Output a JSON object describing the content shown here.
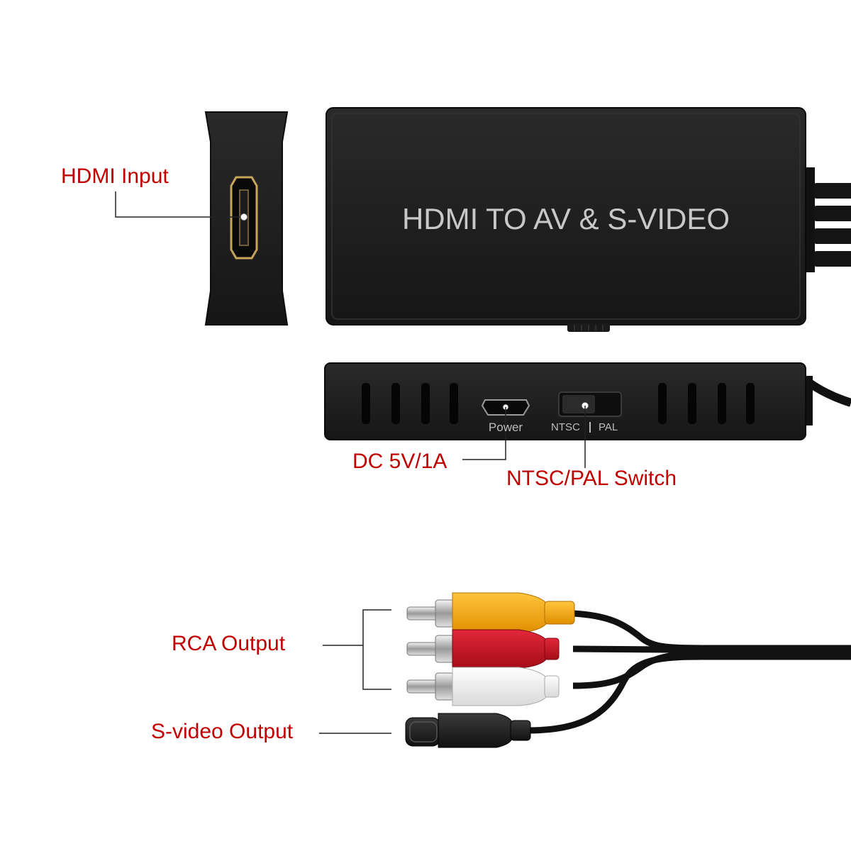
{
  "device": {
    "title": "HDMI TO AV & S-VIDEO",
    "power_label": "Power",
    "switch_left_label": "NTSC",
    "switch_right_label": "PAL"
  },
  "callouts": {
    "hdmi_input": "HDMI Input",
    "dc_power": "DC 5V/1A",
    "ntsc_pal_switch": "NTSC/PAL Switch",
    "rca_output": "RCA Output",
    "svideo_output": "S-video Output"
  },
  "colors": {
    "callout_text": "#c00000",
    "device_body": "#1c1c1c",
    "rca_yellow": "#f2a81d",
    "rca_red": "#c8101e",
    "rca_white": "#f2f2f2"
  }
}
